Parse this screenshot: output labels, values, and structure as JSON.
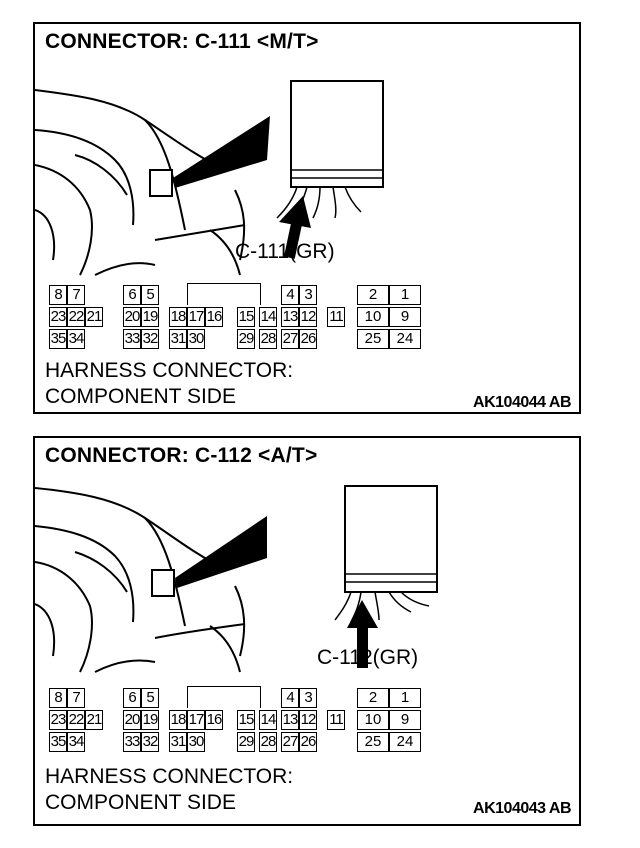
{
  "panels": [
    {
      "title": "CONNECTOR: C-111 <M/T>",
      "callout": "C-111(GR)",
      "caption_line1": "HARNESS CONNECTOR:",
      "caption_line2": "COMPONENT SIDE",
      "code": "AK104044 AB"
    },
    {
      "title": "CONNECTOR: C-112 <A/T>",
      "callout": "C-112(GR)",
      "caption_line1": "HARNESS CONNECTOR:",
      "caption_line2": "COMPONENT SIDE",
      "code": "AK104043 AB"
    }
  ],
  "connector_pins": {
    "row1": [
      "8",
      "7",
      "6",
      "5",
      "4",
      "3",
      "2",
      "1"
    ],
    "row2": [
      "23",
      "22",
      "21",
      "20",
      "19",
      "18",
      "17",
      "16",
      "15",
      "14",
      "13",
      "12",
      "11",
      "10",
      "9"
    ],
    "row3": [
      "35",
      "34",
      "33",
      "32",
      "31",
      "30",
      "29",
      "28",
      "27",
      "26",
      "25",
      "24"
    ]
  }
}
